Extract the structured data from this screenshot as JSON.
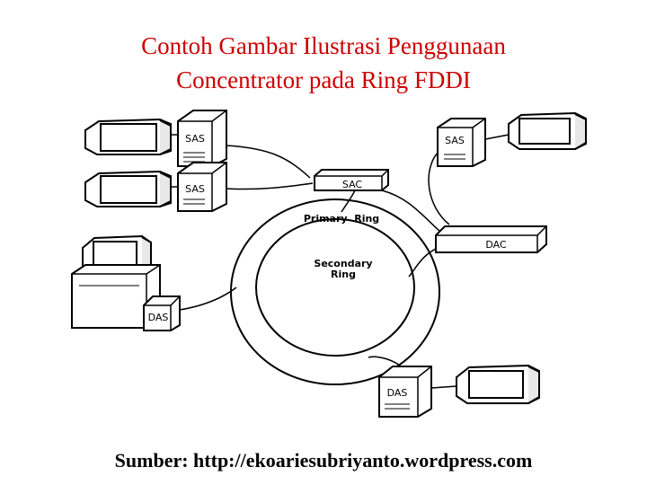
{
  "title": {
    "line1": "Contoh Gambar Ilustrasi Penggunaan",
    "line2": "Concentrator pada Ring FDDI"
  },
  "diagram": {
    "labels": {
      "primary_ring": "Primary  Ring",
      "secondary_ring_line1": "Secondary",
      "secondary_ring_line2": "Ring",
      "sac": "SAC",
      "dac": "DAC",
      "sas_top_left_1": "SAS",
      "sas_top_left_2": "SAS",
      "sas_top_right": "SAS",
      "das_left": "DAS",
      "das_bottom": "DAS"
    }
  },
  "source": "Sumber: http://ekoariesubriyanto.wordpress.com",
  "colors": {
    "title": "#cc0000",
    "line": "#000000",
    "ring_fill": "#ffffff"
  }
}
